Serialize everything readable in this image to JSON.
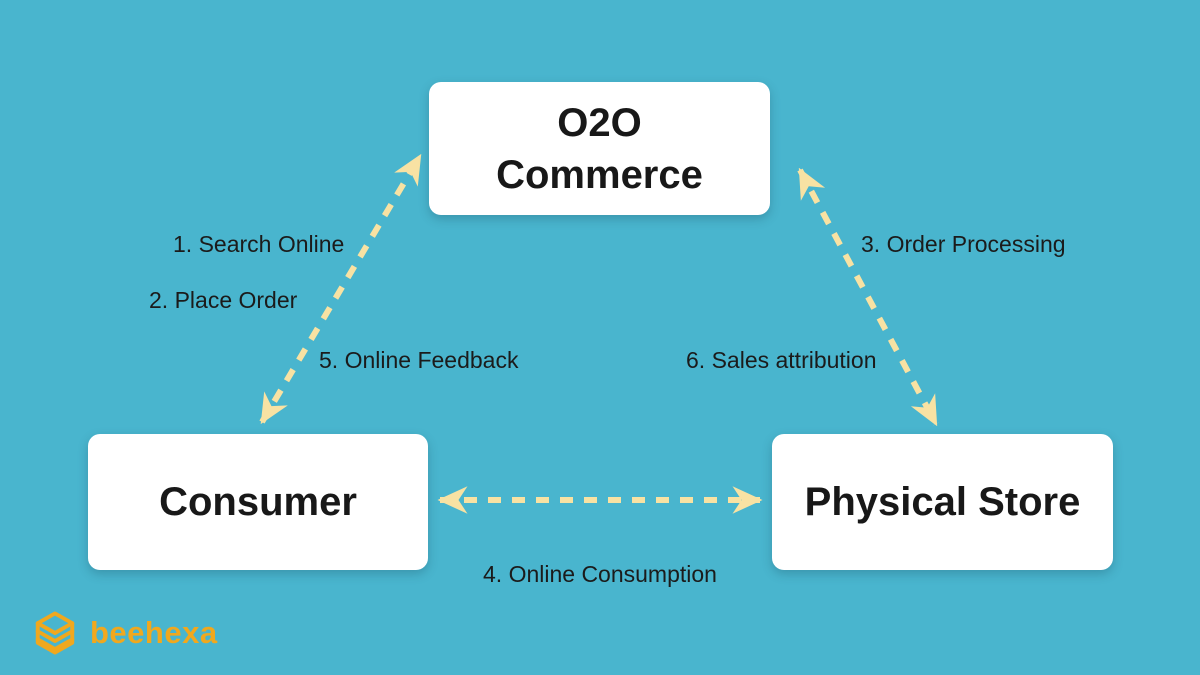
{
  "colors": {
    "background": "#49b5ce",
    "arrow": "#f8e2a3",
    "gold": "#f0a81e",
    "node_background": "#ffffff",
    "text": "#1b1b1b"
  },
  "nodes": {
    "o2o": {
      "line1": "O2O",
      "line2": "Commerce"
    },
    "consumer": {
      "label": "Consumer"
    },
    "store": {
      "label": "Physical Store"
    }
  },
  "flow_labels": {
    "l1": "1. Search Online",
    "l2": "2. Place Order",
    "l3": "3. Order Processing",
    "l4": "4. Online Consumption",
    "l5": "5. Online Feedback",
    "l6": "6. Sales attribution"
  },
  "edges": [
    {
      "from": "consumer",
      "to": "o2o",
      "style": "dashed",
      "bidirectional": true,
      "labels": [
        "1. Search Online",
        "2. Place Order",
        "5. Online Feedback"
      ]
    },
    {
      "from": "o2o",
      "to": "store",
      "style": "dashed",
      "bidirectional": true,
      "labels": [
        "3. Order Processing",
        "6. Sales attribution"
      ]
    },
    {
      "from": "consumer",
      "to": "store",
      "style": "dashed",
      "bidirectional": true,
      "labels": [
        "4. Online Consumption"
      ]
    }
  ],
  "brand": {
    "name": "beehexa",
    "icon": "beehexa-hexagon-logo"
  }
}
